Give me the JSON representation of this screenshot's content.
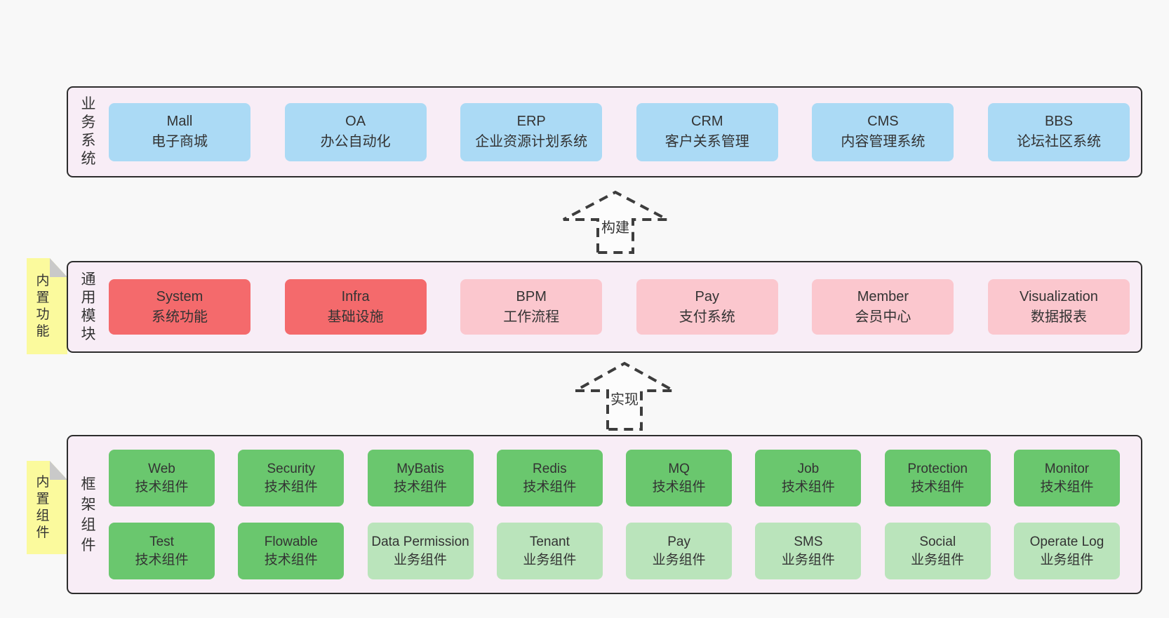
{
  "palette": {
    "page-bg": "#f8f8f8",
    "band-bg": "#f8edf6",
    "band-border": "#2d2d2d",
    "blue": "#abdaf5",
    "red": "#f46a6c",
    "pink": "#fbc7ce",
    "green": "#6ac76e",
    "lightgreen": "#bae4bb",
    "yellow": "#fbfa9d",
    "fold": "#c9c9c9",
    "text": "#333333",
    "arrow": "#3d3d3d"
  },
  "arrows": [
    {
      "label": "构建"
    },
    {
      "label": "实现"
    }
  ],
  "bands": [
    {
      "label": "业务系统",
      "rows": [
        [
          {
            "name": "Mall",
            "desc": "电子商城",
            "type": "blue"
          },
          {
            "name": "OA",
            "desc": "办公自动化",
            "type": "blue"
          },
          {
            "name": "ERP",
            "desc": "企业资源计划系统",
            "type": "blue"
          },
          {
            "name": "CRM",
            "desc": "客户关系管理",
            "type": "blue"
          },
          {
            "name": "CMS",
            "desc": "内容管理系统",
            "type": "blue"
          },
          {
            "name": "BBS",
            "desc": "论坛社区系统",
            "type": "blue"
          }
        ]
      ]
    },
    {
      "label": "通用模块",
      "sticky": "内置功能",
      "rows": [
        [
          {
            "name": "System",
            "desc": "系统功能",
            "type": "red"
          },
          {
            "name": "Infra",
            "desc": "基础设施",
            "type": "red"
          },
          {
            "name": "BPM",
            "desc": "工作流程",
            "type": "pink"
          },
          {
            "name": "Pay",
            "desc": "支付系统",
            "type": "pink"
          },
          {
            "name": "Member",
            "desc": "会员中心",
            "type": "pink"
          },
          {
            "name": "Visualization",
            "desc": "数据报表",
            "type": "pink"
          }
        ]
      ]
    },
    {
      "label": "框架组件",
      "sticky": "内置组件",
      "rows": [
        [
          {
            "name": "Web",
            "desc": "技术组件",
            "type": "green"
          },
          {
            "name": "Security",
            "desc": "技术组件",
            "type": "green"
          },
          {
            "name": "MyBatis",
            "desc": "技术组件",
            "type": "green"
          },
          {
            "name": "Redis",
            "desc": "技术组件",
            "type": "green"
          },
          {
            "name": "MQ",
            "desc": "技术组件",
            "type": "green"
          },
          {
            "name": "Job",
            "desc": "技术组件",
            "type": "green"
          },
          {
            "name": "Protection",
            "desc": "技术组件",
            "type": "green"
          },
          {
            "name": "Monitor",
            "desc": "技术组件",
            "type": "green"
          }
        ],
        [
          {
            "name": "Test",
            "desc": "技术组件",
            "type": "green"
          },
          {
            "name": "Flowable",
            "desc": "技术组件",
            "type": "green"
          },
          {
            "name": "Data Permission",
            "desc": "业务组件",
            "type": "lightgreen"
          },
          {
            "name": "Tenant",
            "desc": "业务组件",
            "type": "lightgreen"
          },
          {
            "name": "Pay",
            "desc": "业务组件",
            "type": "lightgreen"
          },
          {
            "name": "SMS",
            "desc": "业务组件",
            "type": "lightgreen"
          },
          {
            "name": "Social",
            "desc": "业务组件",
            "type": "lightgreen"
          },
          {
            "name": "Operate Log",
            "desc": "业务组件",
            "type": "lightgreen"
          }
        ]
      ]
    }
  ]
}
